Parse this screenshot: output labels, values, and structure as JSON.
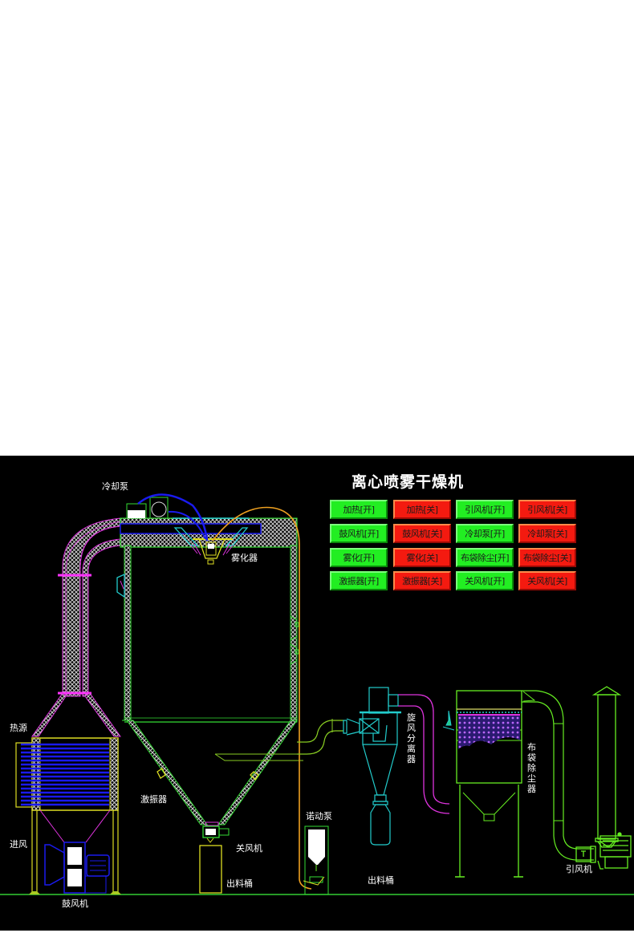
{
  "title": "离心喷雾干燥机",
  "colors": {
    "background": "#000000",
    "button_on": "#22ee22",
    "button_off": "#f41a10",
    "structure_green": "#33dd33",
    "duct_magenta": "#dd33dd",
    "cyclone_cyan": "#22cccc",
    "heater_blue": "#1a1aee",
    "frame_yellow": "#dddd22",
    "feed_orange": "#eea020",
    "fan_green": "#66ee22"
  },
  "controls": [
    [
      {
        "label": "加热[开]",
        "state": "on"
      },
      {
        "label": "加热[关]",
        "state": "off"
      },
      {
        "label": "引风机[开]",
        "state": "on"
      },
      {
        "label": "引风机[关]",
        "state": "off"
      }
    ],
    [
      {
        "label": "鼓风机[开]",
        "state": "on"
      },
      {
        "label": "鼓风机[关]",
        "state": "off"
      },
      {
        "label": "冷却泵[开]",
        "state": "on"
      },
      {
        "label": "冷却泵[关]",
        "state": "off"
      }
    ],
    [
      {
        "label": "雾化[开]",
        "state": "on"
      },
      {
        "label": "雾化[关]",
        "state": "off"
      },
      {
        "label": "布袋除尘[开]",
        "state": "on"
      },
      {
        "label": "布袋除尘[关]",
        "state": "off"
      }
    ],
    [
      {
        "label": "激振器[开]",
        "state": "on"
      },
      {
        "label": "激振器[关]",
        "state": "off"
      },
      {
        "label": "关风机[开]",
        "state": "on"
      },
      {
        "label": "关风机[关]",
        "state": "off"
      }
    ]
  ],
  "labels": {
    "cooling_pump": "冷却泵",
    "atomizer": "雾化器",
    "heat_source": "热源",
    "air_inlet": "进风",
    "blower": "鼓风机",
    "vibrator": "激振器",
    "rotary_valve": "关风机",
    "discharge_bin_1": "出料桶",
    "peristaltic_pump": "诺动泵",
    "cyclone_separator": "旋风分离器",
    "discharge_bin_2": "出料桶",
    "bag_filter": "布袋除尘器",
    "induced_fan": "引风机"
  }
}
